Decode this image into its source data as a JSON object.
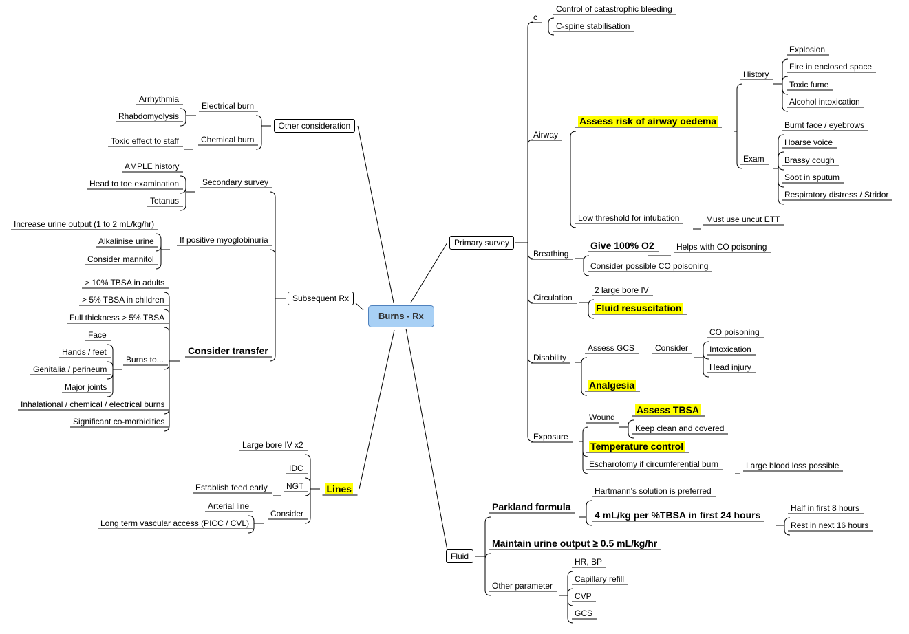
{
  "center": "Burns - Rx",
  "primary": {
    "label": "Primary survey",
    "c": "c",
    "c_items": [
      "Control of catastrophic bleeding",
      "C-spine stabilisation"
    ],
    "airway": "Airway",
    "assess_airway": "Assess risk of airway oedema",
    "history": "History",
    "history_items": [
      "Explosion",
      "Fire in enclosed space",
      "Toxic fume",
      "Alcohol intoxication"
    ],
    "exam": "Exam",
    "exam_items": [
      "Burnt face / eyebrows",
      "Hoarse voice",
      "Brassy cough",
      "Soot in sputum",
      "Respiratory distress / Stridor"
    ],
    "low_threshold": "Low threshold for intubation",
    "uncut_ett": "Must use uncut ETT",
    "breathing": "Breathing",
    "give_o2": "Give 100% O2",
    "helps_co": "Helps with CO poisoning",
    "consider_co": "Consider possible CO poisoning",
    "circulation": "Circulation",
    "large_bore": "2 large bore IV",
    "fluid_resus": "Fluid resuscitation",
    "disability": "Disability",
    "assess_gcs": "Assess GCS",
    "consider": "Consider",
    "consider_items": [
      "CO poisoning",
      "Intoxication",
      "Head injury"
    ],
    "analgesia": "Analgesia",
    "exposure": "Exposure",
    "wound": "Wound",
    "assess_tbsa": "Assess TBSA",
    "keep_clean": "Keep clean and covered",
    "temp_control": "Temperature control",
    "escharotomy": "Escharotomy if circumferential burn",
    "blood_loss": "Large blood loss possible"
  },
  "fluid": {
    "label": "Fluid",
    "parkland": "Parkland formula",
    "hartmann": "Hartmann's solution is preferred",
    "formula": "4 mL/kg per %TBSA in first 24 hours",
    "half": "Half in first 8 hours",
    "rest": "Rest in next 16 hours",
    "urine": "Maintain urine output ≥ 0.5 mL/kg/hr",
    "other": "Other parameter",
    "other_items": [
      "HR, BP",
      "Capillary refill",
      "CVP",
      "GCS"
    ]
  },
  "other_consideration": {
    "label": "Other consideration",
    "electrical": "Electrical burn",
    "electrical_items": [
      "Arrhythmia",
      "Rhabdomyolysis"
    ],
    "chemical": "Chemical burn",
    "chemical_items": [
      "Toxic effect to staff"
    ]
  },
  "subsequent": {
    "label": "Subsequent Rx",
    "secondary": "Secondary survey",
    "secondary_items": [
      "AMPLE history",
      "Head to toe examination",
      "Tetanus"
    ],
    "myoglobinuria": "If positive myoglobinuria",
    "myo_items": [
      "Increase urine output (1 to 2 mL/kg/hr)",
      "Alkalinise urine",
      "Consider mannitol"
    ],
    "transfer": "Consider transfer",
    "transfer_items": [
      "> 10% TBSA in adults",
      "> 5% TBSA in children",
      "Full thickness > 5% TBSA"
    ],
    "burns_to": "Burns to...",
    "burns_to_items": [
      "Face",
      "Hands / feet",
      "Genitalia / perineum",
      "Major joints"
    ],
    "transfer_items_2": [
      "Inhalational / chemical / electrical burns",
      "Significant co-morbidities"
    ]
  },
  "lines": {
    "label": "Lines",
    "large_bore": "Large bore IV x2",
    "idc": "IDC",
    "ngt": "NGT",
    "feed": "Establish feed early",
    "consider": "Consider",
    "consider_items": [
      "Arterial line",
      "Long term vascular access (PICC / CVL)"
    ]
  },
  "colors": {
    "highlight": "#ffff00",
    "root_fill": "#a8d0f5",
    "root_border": "#4f81bd",
    "line": "#000000"
  }
}
